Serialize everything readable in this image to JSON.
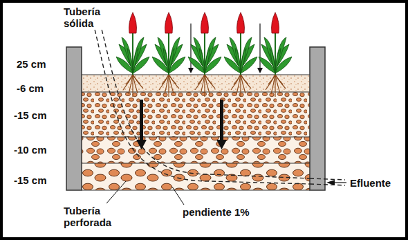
{
  "diagram": {
    "labels": [
      "Tubería sólida",
      "25 cm",
      "-6 cm",
      "-15 cm",
      "-10 cm",
      "-15 cm",
      "Tubería perforada",
      "pendiente 1%",
      "Efluente"
    ]
  }
}
